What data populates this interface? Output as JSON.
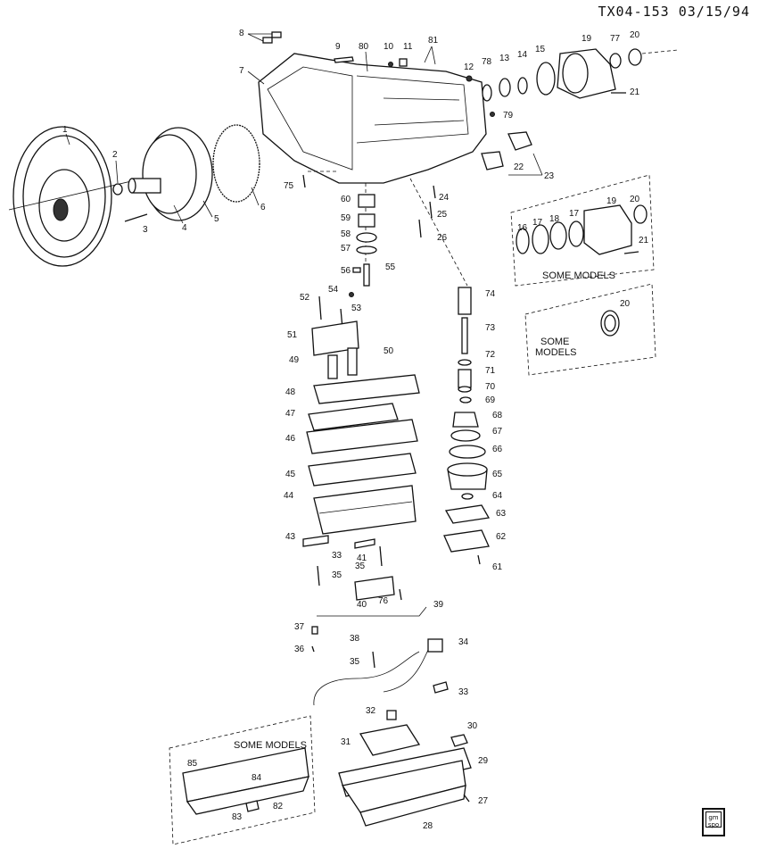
{
  "header": {
    "ref": "TX04-153 03/15/94"
  },
  "captions": {
    "some_models_1": "SOME MODELS",
    "some_models_2a": "SOME",
    "some_models_2b": "MODELS",
    "some_models_3": "SOME MODELS"
  },
  "logo": {
    "line1": "gm",
    "line2": "spo"
  },
  "labels": {
    "l1": "1",
    "l2": "2",
    "l3": "3",
    "l4": "4",
    "l5": "5",
    "l6": "6",
    "l7": "7",
    "l8": "8",
    "l9": "9",
    "l10": "10",
    "l11": "11",
    "l12": "12",
    "l13": "13",
    "l14": "14",
    "l15": "15",
    "l16": "16",
    "l17a": "17",
    "l17b": "17",
    "l18": "18",
    "l19a": "19",
    "l19b": "19",
    "l20a": "20",
    "l20b": "20",
    "l20c": "20",
    "l21a": "21",
    "l21b": "21",
    "l22": "22",
    "l23": "23",
    "l24": "24",
    "l25": "25",
    "l26": "26",
    "l27": "27",
    "l28": "28",
    "l29": "29",
    "l30": "30",
    "l31": "31",
    "l32": "32",
    "l33a": "33",
    "l33b": "33",
    "l34": "34",
    "l35a": "35",
    "l35b": "35",
    "l35c": "35",
    "l36": "36",
    "l37": "37",
    "l38": "38",
    "l39": "39",
    "l40": "40",
    "l41": "41",
    "l43": "43",
    "l44": "44",
    "l45": "45",
    "l46": "46",
    "l47": "47",
    "l48": "48",
    "l49": "49",
    "l50": "50",
    "l51": "51",
    "l52": "52",
    "l53": "53",
    "l54": "54",
    "l55": "55",
    "l56": "56",
    "l57": "57",
    "l58": "58",
    "l59": "59",
    "l60": "60",
    "l61": "61",
    "l62": "62",
    "l63": "63",
    "l64": "64",
    "l65": "65",
    "l66": "66",
    "l67": "67",
    "l68": "68",
    "l69": "69",
    "l70": "70",
    "l71": "71",
    "l72": "72",
    "l73": "73",
    "l74": "74",
    "l75": "75",
    "l76": "76",
    "l77": "77",
    "l78": "78",
    "l79": "79",
    "l80": "80",
    "l81": "81",
    "l82": "82",
    "l83": "83",
    "l84": "84",
    "l85": "85"
  }
}
